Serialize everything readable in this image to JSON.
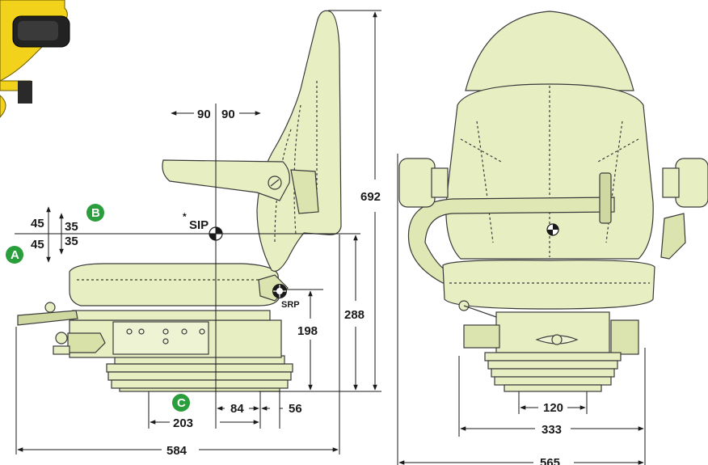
{
  "colors": {
    "seat_fill": "#e6eec2",
    "seat_stroke": "#3a3a3a",
    "badge": "#2a9d3c",
    "accent_yellow": "#f2d21a"
  },
  "badges": {
    "a": "A",
    "b": "B",
    "c": "C"
  },
  "labels": {
    "sip": "SIP",
    "sip_asterisk": "*",
    "srp": "SRP"
  },
  "dimensions": {
    "d90_left": "90",
    "d90_right": "90",
    "d45_top": "45",
    "d45_bottom": "45",
    "d35_top": "35",
    "d35_bottom": "35",
    "d692": "692",
    "d288": "288",
    "d198": "198",
    "d84": "84",
    "d56": "56",
    "d203": "203",
    "d584": "584",
    "d120": "120",
    "d333": "333",
    "d565": "565"
  },
  "icons": {
    "sip_marker": "crosshair-target-icon",
    "srp_marker": "pivot-point-icon"
  }
}
